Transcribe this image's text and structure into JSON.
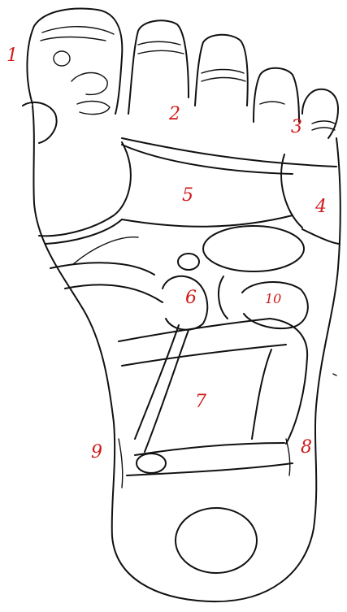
{
  "colors": {
    "outline": "#111111",
    "label": "#d11a1a",
    "background": "#ffffff"
  },
  "zones": [
    {
      "id": "zone-1",
      "label": "1"
    },
    {
      "id": "zone-2",
      "label": "2"
    },
    {
      "id": "zone-3",
      "label": "3"
    },
    {
      "id": "zone-4",
      "label": "4"
    },
    {
      "id": "zone-5",
      "label": "5"
    },
    {
      "id": "zone-6",
      "label": "6"
    },
    {
      "id": "zone-7",
      "label": "7"
    },
    {
      "id": "zone-8",
      "label": "8"
    },
    {
      "id": "zone-9",
      "label": "9"
    },
    {
      "id": "zone-10",
      "label": "10"
    }
  ]
}
